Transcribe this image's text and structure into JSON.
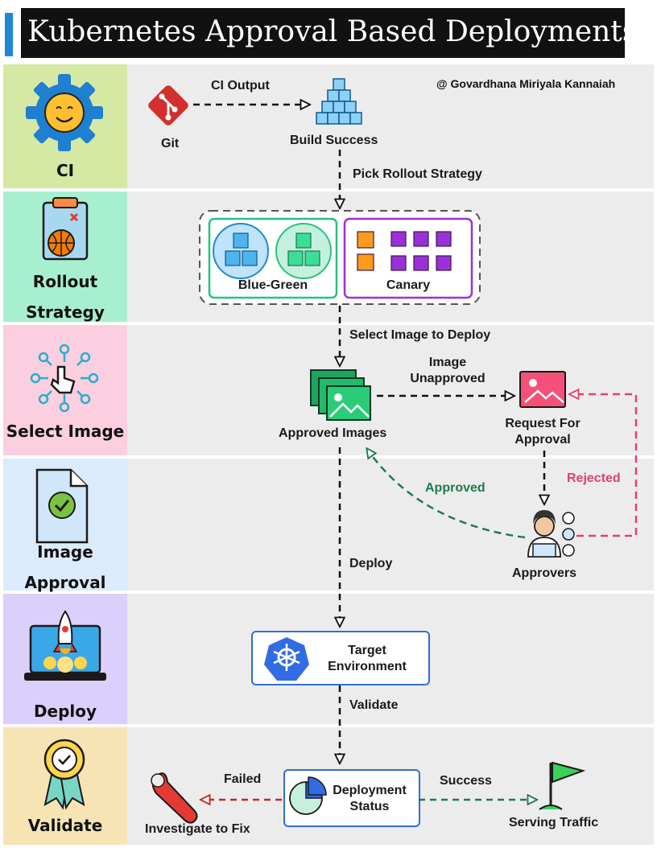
{
  "title": "Kubernetes Approval Based Deployments",
  "credit": "@ Govardhana Miriyala Kannaiah",
  "stages": {
    "ci": "CI",
    "rollout_1": "Rollout",
    "rollout_2": "Strategy",
    "select": "Select Image",
    "approval_1": "Image",
    "approval_2": "Approval",
    "deploy": "Deploy",
    "validate": "Validate"
  },
  "nodes": {
    "git": "Git",
    "build_success": "Build Success",
    "blue_green": "Blue-Green",
    "canary": "Canary",
    "approved_images": "Approved Images",
    "request_1": "Request For",
    "request_2": "Approval",
    "approvers": "Approvers",
    "target_1": "Target",
    "target_2": "Environment",
    "status_1": "Deployment",
    "status_2": "Status",
    "investigate": "Investigate to Fix",
    "serving": "Serving Traffic"
  },
  "edges": {
    "ci_output": "CI Output",
    "pick_rollout": "Pick Rollout Strategy",
    "select_image": "Select Image to Deploy",
    "image_unapproved_1": "Image",
    "image_unapproved_2": "Unapproved",
    "approved": "Approved",
    "rejected": "Rejected",
    "deploy": "Deploy",
    "validate": "Validate",
    "failed": "Failed",
    "success": "Success"
  },
  "colors": {
    "ci_stage": "#d5e8a4",
    "rollout_stage": "#a8efcf",
    "select_stage": "#fbcfe0",
    "approval_stage": "#dcebfb",
    "deploy_stage": "#dad0fb",
    "validate_stage": "#f6e4b5",
    "blue_green_border": "#26c281",
    "canary_border": "#9b30d9",
    "kubernetes_blue": "#326ce5",
    "approved_green": "#1f7a4f",
    "rejected_pink": "#e0416b",
    "failed_red": "#c62828"
  },
  "icons": [
    "gear-smile-icon",
    "clipboard-basketball-icon",
    "hand-pointer-network-icon",
    "document-check-icon",
    "laptop-rocket-icon",
    "badge-check-icon",
    "git-icon",
    "cubes-stack-icon",
    "image-stack-icon",
    "image-icon",
    "approver-person-icon",
    "kubernetes-wheel-icon",
    "pie-chart-icon",
    "wrench-icon",
    "flag-icon"
  ]
}
